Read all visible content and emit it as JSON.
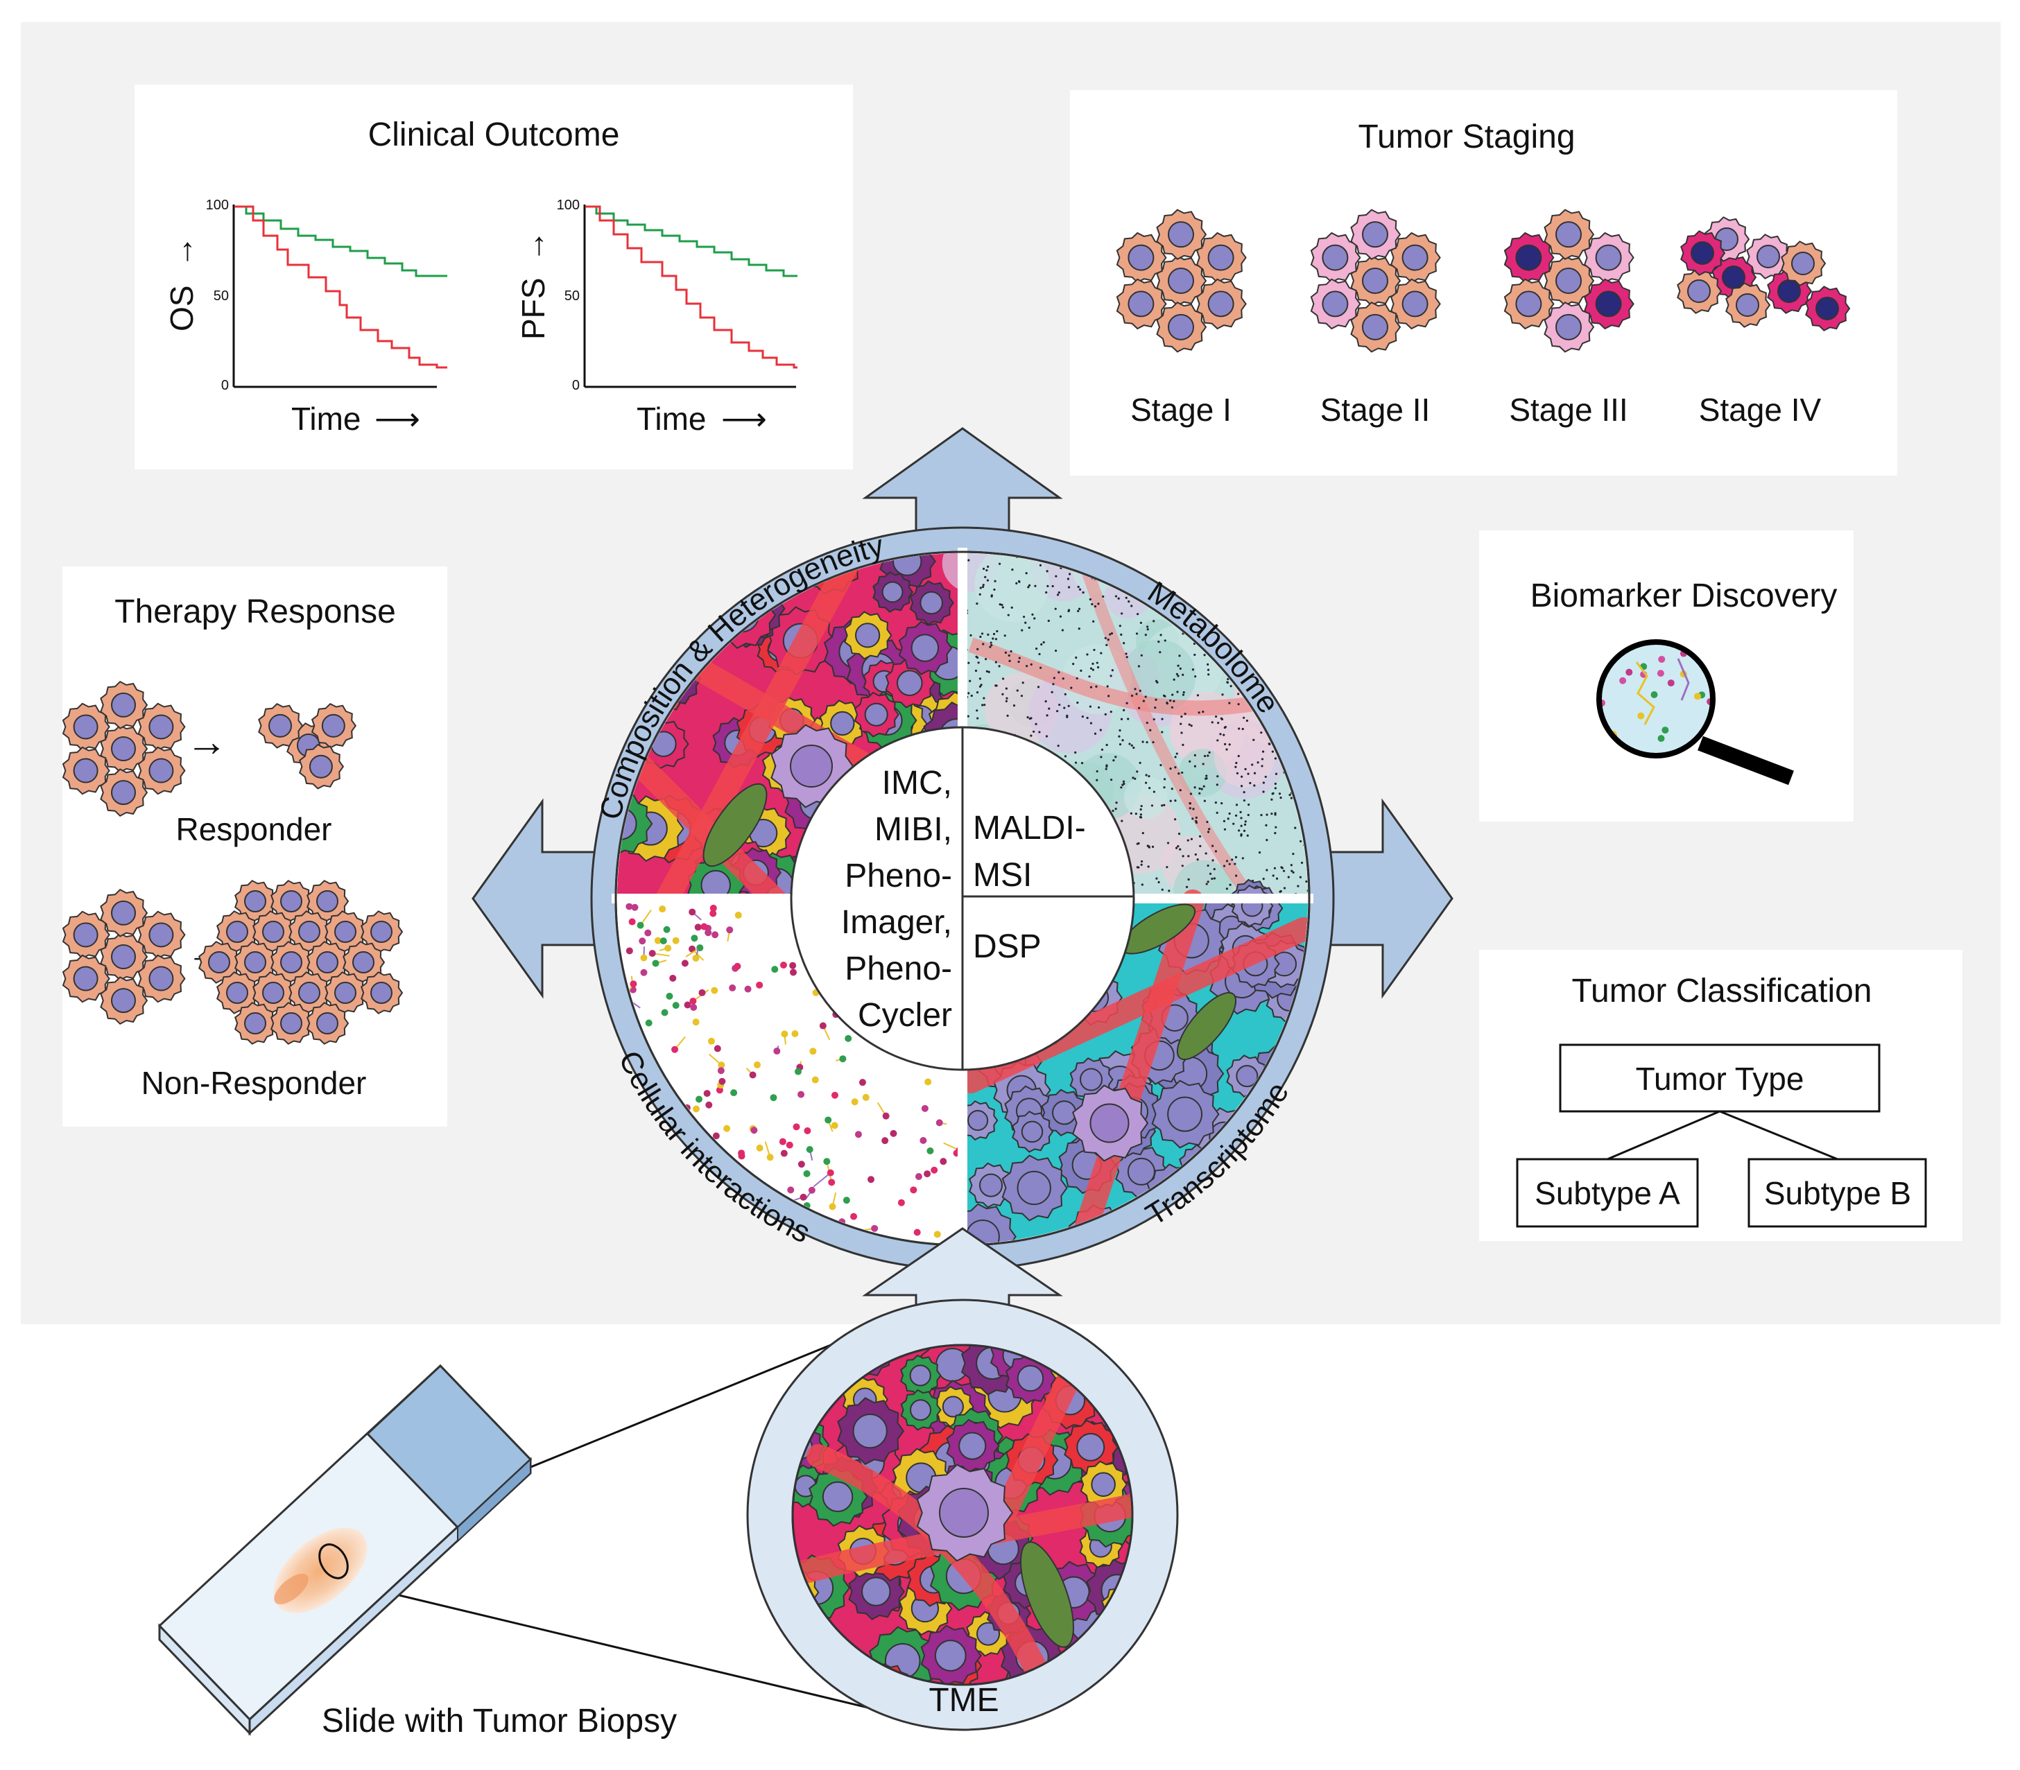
{
  "clinical_outcome": {
    "title": "Clinical Outcome",
    "charts": [
      {
        "ylabel": "OS",
        "xlabel": "Time",
        "ticks": [
          "100",
          "50",
          "0"
        ]
      },
      {
        "ylabel": "PFS",
        "xlabel": "Time",
        "ticks": [
          "100",
          "50",
          "0"
        ]
      }
    ]
  },
  "tumor_staging": {
    "title": "Tumor Staging",
    "stages": [
      "Stage I",
      "Stage II",
      "Stage III",
      "Stage IV"
    ]
  },
  "therapy_response": {
    "title": "Therapy Response",
    "responder": "Responder",
    "non_responder": "Non-Responder"
  },
  "biomarker": {
    "title": "Biomarker Discovery"
  },
  "classification": {
    "title": "Tumor Classification",
    "root": "Tumor Type",
    "subtype_a": "Subtype A",
    "subtype_b": "Subtype B"
  },
  "wheel": {
    "composition": "Composition & Heterogeneity",
    "metabolome": "Metabolome",
    "transcriptome": "Transcriptome",
    "cellular": "Cellular interactions",
    "left_methods": [
      "IMC,",
      "MIBI,",
      "Pheno-",
      "Imager,",
      "Pheno-",
      "Cycler"
    ],
    "right_top_methods": [
      "MALDI-",
      "MSI"
    ],
    "right_bottom_methods": [
      "DSP"
    ]
  },
  "tme": {
    "label": "TME"
  },
  "slide": {
    "label": "Slide with Tumor Biopsy"
  },
  "colors": {
    "panel_bg": "#f2f2f2",
    "ring_blue": "#afc7e3",
    "ring_light": "#dce7f4",
    "cell_orange": "#eba585",
    "nucleus": "#8b86c8",
    "survival_green": "#1e9e4a",
    "survival_red": "#e8313a"
  }
}
